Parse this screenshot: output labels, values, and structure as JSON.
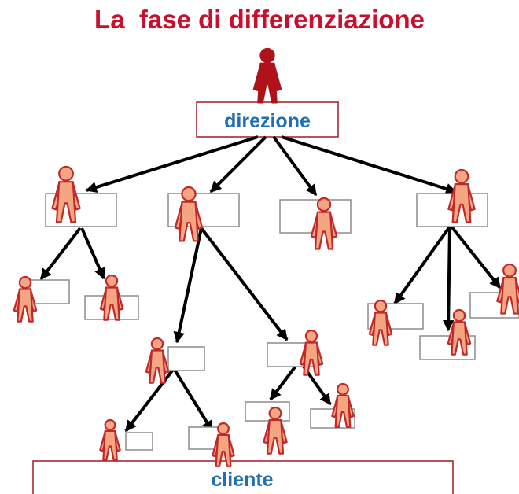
{
  "title": "La  fase di differenziazione",
  "top_label": "direzione",
  "bottom_label": "cliente",
  "colors": {
    "title": "#c8102e",
    "label": "#1f6fb2",
    "top_person": "#b0121b",
    "person_fill": "#f4a582",
    "person_outline": "#c0282a",
    "box_border": "#8c8c8c",
    "frame_border": "#a01a24",
    "arrow": "#000000"
  },
  "icons": {
    "person": "person-icon",
    "arrow": "arrow-icon"
  }
}
